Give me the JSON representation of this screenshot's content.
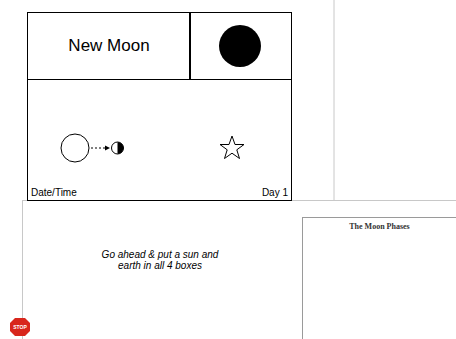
{
  "diagram": {
    "nodes": [
      {
        "text": [
          "Date/Time",
          "Day 1"
        ]
      },
      {
        "text": [
          "New Moon"
        ],
        "in": 0
      },
      {
        "text": [
          "The Moon Phases"
        ]
      }
    ],
    "labels": [
      "Go ahead & put a sun and earth in all 4 boxes",
      "STOP"
    ]
  }
}
